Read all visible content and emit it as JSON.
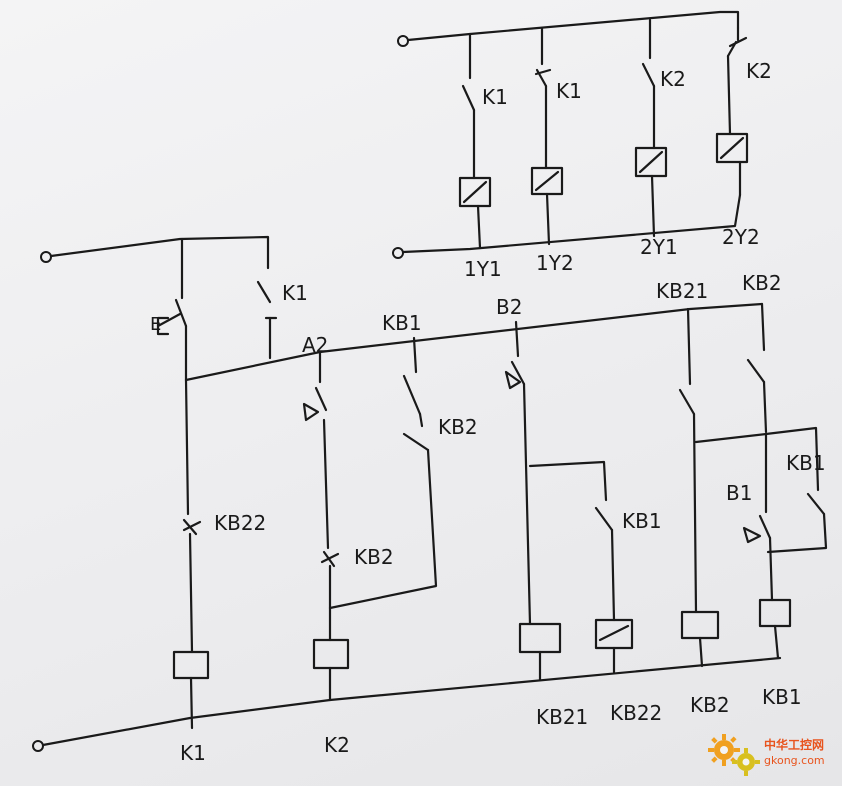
{
  "labels": {
    "top": {
      "k1_no": "K1",
      "k1_nc": "K1",
      "k2_no": "K2",
      "k2_nc": "K2",
      "coil_1y1": "1Y1",
      "coil_1y2": "1Y2",
      "coil_2y1": "2Y1",
      "coil_2y2": "2Y2"
    },
    "bottom": {
      "start_button": "E",
      "k1_hold": "K1",
      "limit_a2": "A2",
      "kb1_top": "KB1",
      "limit_b2": "B2",
      "kb21_top": "KB21",
      "kb2_top": "KB2",
      "kb2_mid": "KB2",
      "kb22_nc": "KB22",
      "kb2_nc": "KB2",
      "kb1_mid": "KB1",
      "limit_b1": "B1",
      "kb1_hold": "KB1",
      "coil_k1": "K1",
      "coil_k2": "K2",
      "coil_kb21": "KB21",
      "coil_kb22": "KB22",
      "coil_kb2": "KB2",
      "coil_kb1": "KB1"
    }
  },
  "watermark": {
    "name": "中华工控网",
    "domain": "gkong.com"
  },
  "colors": {
    "ink": "#1a1a1a",
    "paper": "#f1f1f2",
    "watermark": "#e8541e"
  }
}
